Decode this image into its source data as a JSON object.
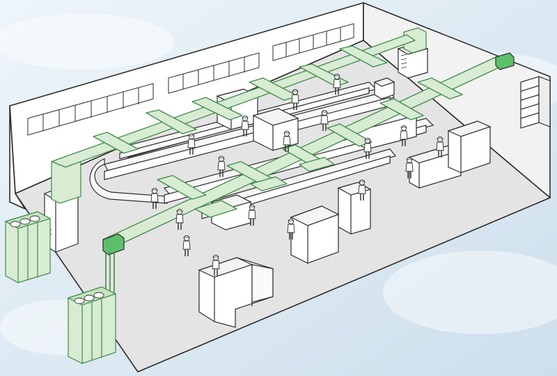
{
  "title": "",
  "colors": {
    "background_top": "#e6f0f7",
    "background_bottom": "#cfe2ef",
    "floor": "#e3e3e3",
    "wall_inner": "#ffffff",
    "wall_side": "#f1f1f1",
    "outline": "#2b2b2b",
    "duct_fill": "#d7ecd3",
    "duct_stroke": "#3f8a48",
    "duct_accent": "#5cc06a",
    "equipment": "#ffffff",
    "worker_cap": "#f4f4f4"
  },
  "components": {
    "outdoor_units": [
      "outdoor-unit",
      "outdoor-unit"
    ],
    "indoor_air_handler": "air-handling-unit",
    "ceiling_air_handler": "ceiling-air-handler",
    "supply_ducts": 4,
    "worker_count": 18,
    "storage_rack": "shelf-rack"
  }
}
